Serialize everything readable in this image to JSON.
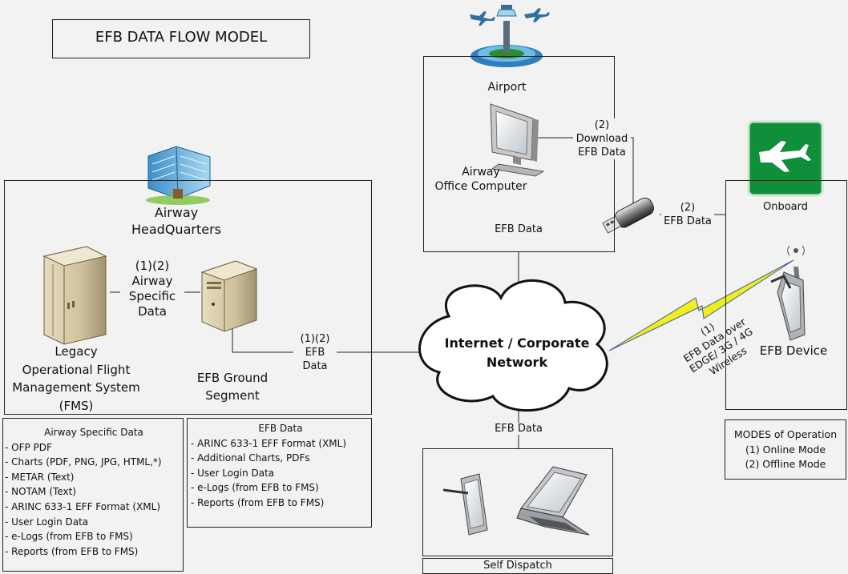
{
  "title": "EFB DATA FLOW MODEL",
  "airport": {
    "label": "Airport",
    "computer_label": [
      "Airway",
      "Office Computer"
    ]
  },
  "download_label": [
    "(2)",
    "Download",
    "EFB Data"
  ],
  "usb_label": [
    "(2)",
    "EFB Data"
  ],
  "airport_link_label": "EFB Data",
  "headquarters": {
    "label": [
      "Airway",
      "HeadQuarters"
    ],
    "fms_label": [
      "Legacy",
      "Operational Flight",
      "Management System",
      "(FMS)"
    ],
    "link_label": [
      "(1)(2)",
      "Airway",
      "Specific",
      "Data"
    ],
    "ground_label": [
      "EFB Ground",
      "Segment"
    ],
    "ground_link_label": [
      "(1)(2)",
      "EFB",
      "Data"
    ]
  },
  "network": {
    "label": [
      "Internet / Corporate",
      "Network"
    ]
  },
  "onboard": {
    "label": "Onboard",
    "device_label": "EFB Device"
  },
  "wireless_label": [
    "(1)",
    "EFB Data over",
    "EDGE/ 3G / 4G",
    "Wireless"
  ],
  "dispatch": {
    "link_label": "EFB Data",
    "label": "Self Dispatch"
  },
  "airway_data": {
    "title": "Airway Specific Data",
    "items": [
      "- OFP PDF",
      "- Charts (PDF, PNG, JPG, HTML,*)",
      "- METAR (Text)",
      "- NOTAM (Text)",
      "- ARINC 633-1 EFF Format (XML)",
      "- User Login Data",
      "- e-Logs (from EFB to FMS)",
      "- Reports (from EFB to FMS)"
    ]
  },
  "efb_data": {
    "title": "EFB  Data",
    "items": [
      "- ARINC 633-1 EFF Format (XML)",
      "- Additional Charts, PDFs",
      "- User Login Data",
      "- e-Logs (from EFB to FMS)",
      "- Reports (from EFB to FMS)"
    ]
  },
  "modes": {
    "title": "MODES of Operation",
    "items": [
      "(1) Online Mode",
      "(2) Offline Mode"
    ]
  },
  "colors": {
    "background": "#f2f2f2",
    "line": "#222222",
    "lightning": "#f2ee1a",
    "onboard_sign": "#0f8f3a"
  }
}
